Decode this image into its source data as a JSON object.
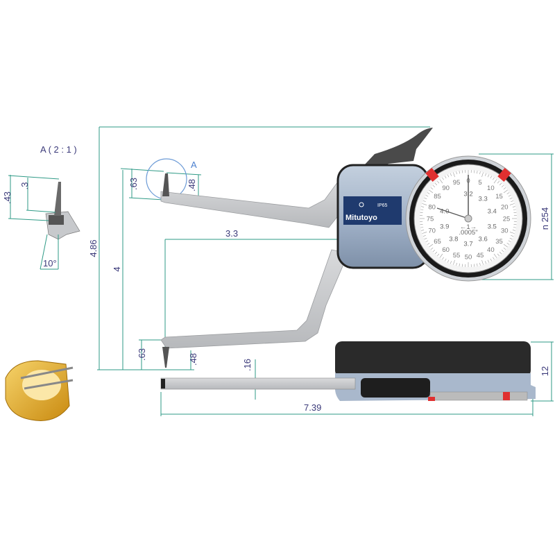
{
  "detail": {
    "title": "A ( 2 : 1 )",
    "marker": "A",
    "dims": {
      "overall": ".43",
      "tip": ".3",
      "angle": "10°"
    }
  },
  "dimensions": {
    "total_height": "4.86",
    "arm_span": "4",
    "upper_tip_height": ".63",
    "upper_tip_length": ".48",
    "reach": "3.3",
    "lower_tip_height": ".63",
    "lower_tip_length": ".48",
    "arm_thickness": ".16",
    "overall_length": "7.39",
    "dial_diameter": "n 254",
    "body_thickness": "12"
  },
  "body": {
    "brand": "Mitutoyo",
    "ip_rating": "IP65"
  },
  "dial": {
    "outer_numbers": [
      "0",
      "5",
      "10",
      "15",
      "20",
      "25",
      "30",
      "35",
      "40",
      "45",
      "50",
      "55",
      "60",
      "65",
      "70",
      "75",
      "80",
      "85",
      "90",
      "95"
    ],
    "inner_numbers": [
      "3.2",
      "3.3",
      "3.4",
      "3.5",
      "3.6",
      "3.7",
      "3.8",
      "3.9",
      "4.0"
    ],
    "resolution": ".0005\"",
    "unit_mark": "←1→"
  },
  "colors": {
    "dim_line": "#2e9a86",
    "dim_text": "#3b3a7a",
    "body": "#a9b8cc",
    "label_panel": "#1f3a6e",
    "accent_red": "#e03030",
    "gold": "#e0a020"
  }
}
